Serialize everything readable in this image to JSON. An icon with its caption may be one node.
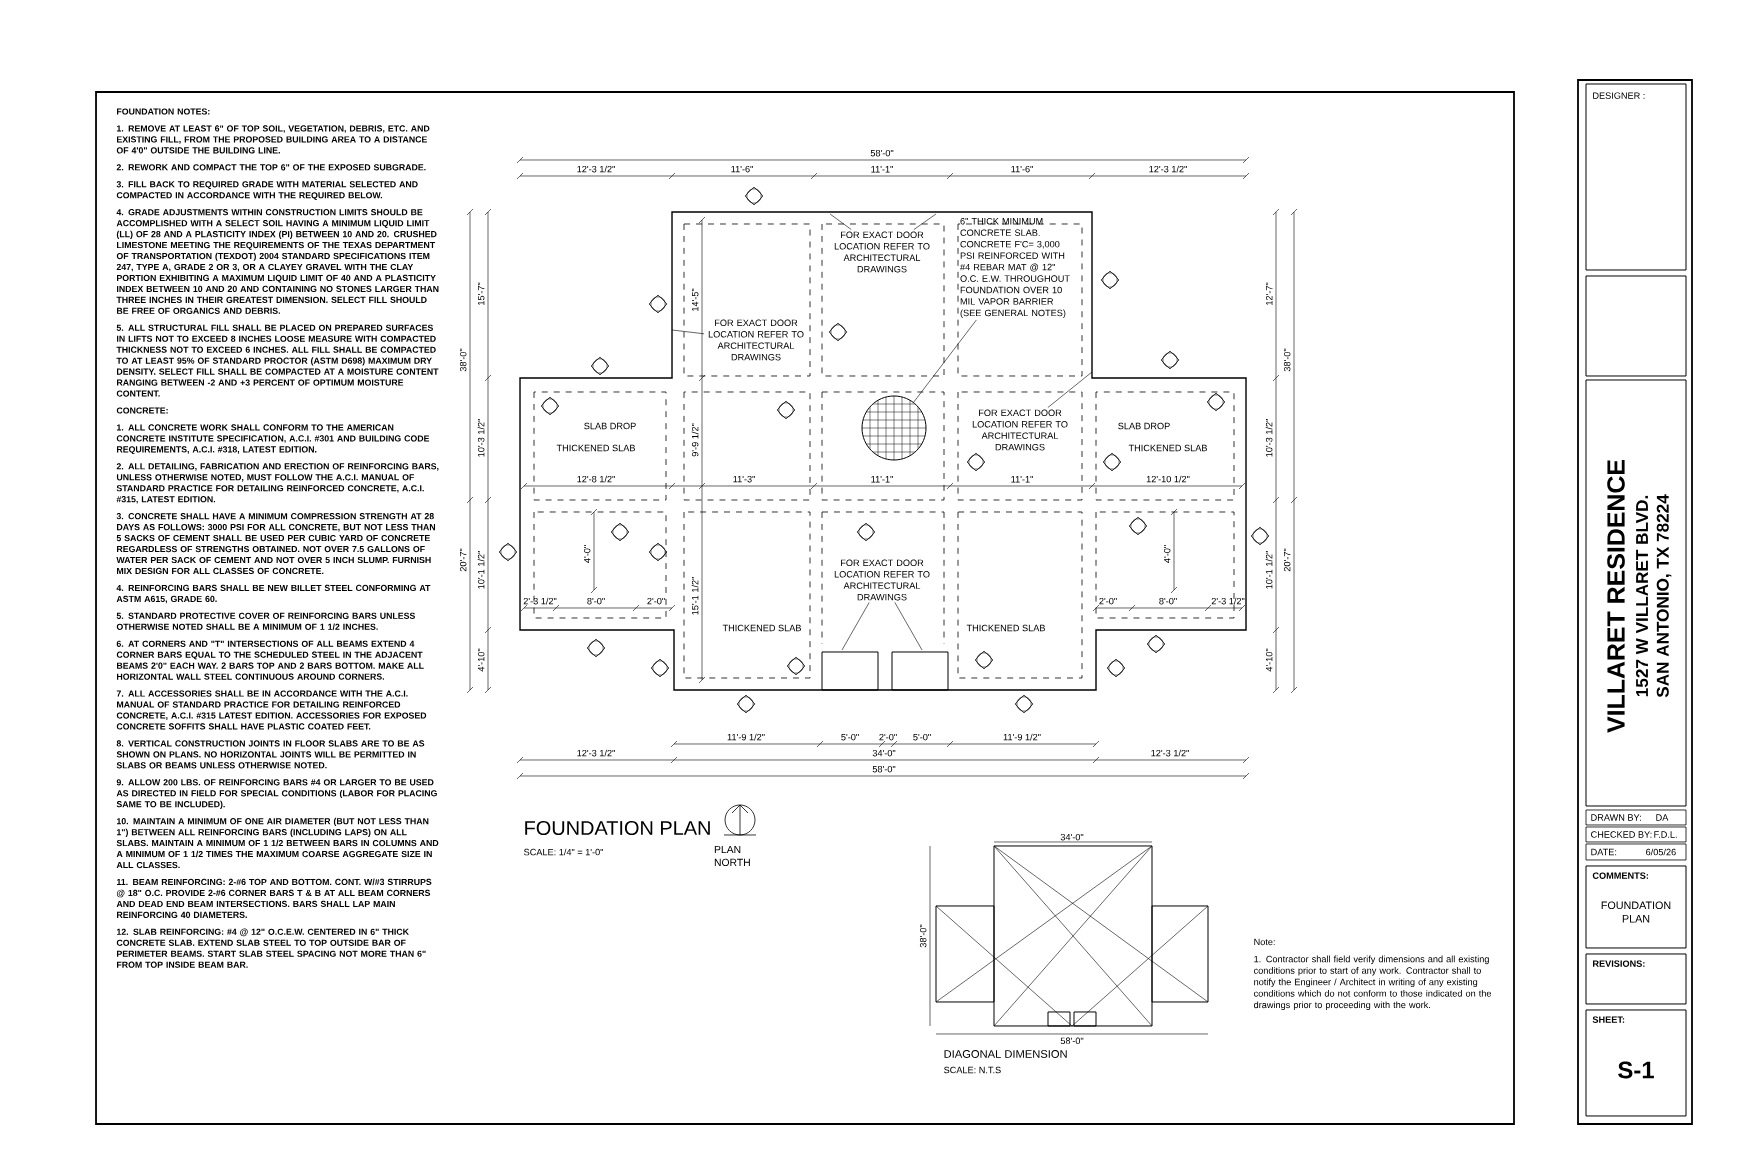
{
  "diagram": {
    "title": "FOUNDATION PLAN",
    "nodes": [
      {
        "text": [
          "DESIGNER :"
        ]
      },
      {
        "text": [
          "VILLARET RESIDENCE",
          "1527 W VILLARET BLVD.",
          "SAN ANTONIO, TX 78224"
        ]
      },
      {
        "text": [
          "COMMENTS:",
          "FOUNDATION PLAN"
        ]
      },
      {
        "text": [
          "REVISIONS:"
        ]
      },
      {
        "text": [
          "SHEET:",
          "S-1"
        ]
      },
      {
        "text": [
          "FOR EXACT DOOR LOCATION REFER TO ARCHITECTURAL DRAWINGS"
        ]
      },
      {
        "text": [
          "6\" THICK MINIMUM CONCRETE SLAB. CONCRETE F'C= 3,000 PSI REINFORCED WITH #4 REBAR MAT @ 12\" O.C. E.W. THROUGHOUT FOUNDATION OVER 10 MIL VAPOR BARRIER (SEE GENERAL NOTES)"
        ]
      },
      {
        "text": [],
        "shape": "circle"
      },
      {
        "text": [
          "FOR EXACT DOOR LOCATION REFER TO ARCHITECTURAL DRAWINGS"
        ]
      },
      {
        "text": [
          "FOR EXACT DOOR LOCATION REFER TO ARCHITECTURAL DRAWINGS"
        ]
      },
      {
        "text": [
          "FOR EXACT DOOR LOCATION REFER TO ARCHITECTURAL DRAWINGS"
        ]
      },
      {
        "text": [],
        "shape": "box"
      }
    ],
    "edges": [
      {
        "from": 5,
        "to": null,
        "arrow": "none"
      },
      {
        "from": 5,
        "to": null,
        "arrow": "none"
      },
      {
        "from": 6,
        "to": 7,
        "arrow": "none"
      },
      {
        "from": 8,
        "to": null,
        "arrow": "none"
      },
      {
        "from": 9,
        "to": null,
        "arrow": "none"
      },
      {
        "from": 10,
        "to": null,
        "arrow": "none"
      },
      {
        "from": 10,
        "to": null,
        "arrow": "none"
      }
    ],
    "labels": [
      "FOUNDATION NOTES:",
      "1. REMOVE AT LEAST 6\" OF TOP SOIL, VEGETATION, DEBRIS, ETC. AND EXISTING FILL, FROM THE PROPOSED BUILDING AREA TO A DISTANCE OF 4'0\" OUTSIDE THE BUILDING LINE.",
      "2. REWORK AND COMPACT THE TOP 6\" OF THE EXPOSED SUBGRADE.",
      "3. FILL BACK TO REQUIRED GRADE WITH MATERIAL SELECTED AND COMPACTED IN ACCORDANCE WITH THE REQUIRED BELOW.",
      "4. GRADE ADJUSTMENTS WITHIN CONSTRUCTION LIMITS SHOULD BE ACCOMPLISHED WITH A SELECT SOIL HAVING A MINIMUM LIQUID LIMIT (LL) OF 28 AND A PLASTICITY INDEX (PI) BETWEEN 10 AND 20. CRUSHED LIMESTONE MEETING THE REQUIREMENTS OF THE TEXAS DEPARTMENT OF TRANSPORTATION (TEXDOT) 2004 STANDARD SPECIFICATIONS ITEM 247, TYPE A, GRADE 2 OR 3, OR A CLAYEY GRAVEL WITH THE CLAY PORTION EXHIBITING A MAXIMUM LIQUID LIMIT OF 40 AND A PLASTICITY INDEX BETWEEN 10 AND 20 AND CONTAINING NO STONES LARGER THAN THREE INCHES IN THEIR GREATEST DIMENSION. SELECT FILL SHOULD BE FREE OF ORGANICS AND DEBRIS.",
      "5. ALL STRUCTURAL FILL SHALL BE PLACED ON PREPARED SURFACES IN LIFTS NOT TO EXCEED 8 INCHES LOOSE MEASURE WITH COMPACTED THICKNESS NOT TO EXCEED 6 INCHES. ALL FILL SHALL BE COMPACTED TO AT LEAST 95% OF STANDARD PROCTOR (ASTM D698) MAXIMUM DRY DENSITY. SELECT FILL SHALL BE COMPACTED AT A MOISTURE CONTENT RANGING BETWEEN -2 AND +3 PERCENT OF OPTIMUM MOISTURE CONTENT.",
      "CONCRETE:",
      "1. ALL CONCRETE WORK SHALL CONFORM TO THE AMERICAN CONCRETE INSTITUTE SPECIFICATION, A.C.I. #301 AND BUILDING CODE REQUIREMENTS, A.C.I. #318, LATEST EDITION.",
      "2. ALL DETAILING, FABRICATION AND ERECTION OF REINFORCING BARS, UNLESS OTHERWISE NOTED, MUST FOLLOW THE A.C.I. MANUAL OF STANDARD PRACTICE FOR DETAILING REINFORCED CONCRETE, A.C.I. #315, LATEST EDITION.",
      "3. CONCRETE SHALL HAVE A MINIMUM COMPRESSION STRENGTH AT 28 DAYS AS FOLLOWS: 3000 PSI FOR ALL CONCRETE, BUT NOT LESS THAN 5 SACKS OF CEMENT SHALL BE USED PER CUBIC YARD OF CONCRETE REGARDLESS OF STRENGTHS OBTAINED. NOT OVER 7.5 GALLONS OF WATER PER SACK OF CEMENT AND NOT OVER 5 INCH SLUMP. FURNISH MIX DESIGN FOR ALL CLASSES OF CONCRETE.",
      "4. REINFORCING BARS SHALL BE NEW BILLET STEEL CONFORMING AT ASTM A615, GRADE 60.",
      "5. STANDARD PROTECTIVE COVER OF REINFORCING BARS UNLESS OTHERWISE NOTED SHALL BE A MINIMUM OF 1 1/2 INCHES.",
      "6. AT CORNERS AND \"T\" INTERSECTIONS OF ALL BEAMS EXTEND 4 CORNER BARS EQUAL TO THE SCHEDULED STEEL IN THE ADJACENT BEAMS 2'0\" EACH WAY. 2 BARS TOP AND 2 BARS BOTTOM. MAKE ALL HORIZONTAL WALL STEEL CONTINUOUS AROUND CORNERS.",
      "7. ALL ACCESSORIES SHALL BE IN ACCORDANCE WITH THE A.C.I. MANUAL OF STANDARD PRACTICE FOR DETAILING REINFORCED CONCRETE, A.C.I. #315 LATEST EDITION. ACCESSORIES FOR EXPOSED CONCRETE SOFFITS SHALL HAVE PLASTIC COATED FEET.",
      "8. VERTICAL CONSTRUCTION JOINTS IN FLOOR SLABS ARE TO BE AS SHOWN ON PLANS. NO HORIZONTAL JOINTS WILL BE PERMITTED IN SLABS OR BEAMS UNLESS OTHERWISE NOTED.",
      "9. ALLOW 200 LBS. OF REINFORCING BARS #4 OR LARGER TO BE USED AS DIRECTED IN FIELD FOR SPECIAL CONDITIONS (LABOR FOR PLACING SAME TO BE INCLUDED).",
      "10. MAINTAIN A MINIMUM OF ONE AIR DIAMETER (BUT NOT LESS THAN 1\") BETWEEN ALL REINFORCING BARS (INCLUDING LAPS) ON ALL SLABS. MAINTAIN A MINIMUM OF 1 1/2 BETWEEN BARS IN COLUMNS AND A MINIMUM OF 1 1/2 TIMES THE MAXIMUM COARSE AGGREGATE SIZE IN ALL CLASSES.",
      "11. BEAM REINFORCING: 2-#6 TOP AND BOTTOM. CONT. W/#3 STIRRUPS @ 18\" O.C. PROVIDE 2-#6 CORNER BARS T & B AT ALL BEAM CORNERS AND DEAD END BEAM INTERSECTIONS. BARS SHALL LAP MAIN REINFORCING 40 DIAMETERS.",
      "12. SLAB REINFORCING: #4 @ 12\" O.C.E.W. CENTERED IN 6\" THICK CONCRETE SLAB. EXTEND SLAB STEEL TO TOP OUTSIDE BAR OF PERIMETER BEAMS. START SLAB STEEL SPACING NOT MORE THAN 6\" FROM TOP INSIDE BEAM BAR.",
      "58'-0\"",
      "12'-3 1/2\"",
      "11'-6\"",
      "11'-1\"",
      "11'-6\"",
      "12'-3 1/2\"",
      "15'-7\"",
      "10'-3 1/2\"",
      "38'-0\"",
      "20'-7\"",
      "10'-1 1/2\"",
      "4'-10\"",
      "12'-7\"",
      "10'-3 1/2\"",
      "38'-0\"",
      "20'-7\"",
      "10'-1 1/2\"",
      "4'-10\"",
      "14'-5\"",
      "9'-9 1/2\"",
      "SLAB DROP",
      "THICKENED SLAB",
      "SLAB DROP",
      "THICKENED SLAB",
      "12'-8 1/2\"",
      "11'-3\"",
      "11'-1\"",
      "11'-1\"",
      "12'-10 1/2\"",
      "4'-0\"",
      "4'-0\"",
      "15'-1 1/2\"",
      "2'-3 1/2\"",
      "8'-0\"",
      "2'-0\"",
      "2'-0\"",
      "8'-0\"",
      "2'-3 1/2\"",
      "THICKENED SLAB",
      "THICKENED SLAB",
      "11'-9 1/2\"",
      "5'-0\"",
      "2'-0\"",
      "5'-0\"",
      "11'-9 1/2\"",
      "12'-3 1/2\"",
      "34'-0\"",
      "12'-3 1/2\"",
      "58'-0\"",
      "SCALE: 1/4\" = 1'-0\"",
      "PLAN NORTH",
      "34'-0\"",
      "38'-0\"",
      "58'-0\"",
      "DIAGONAL DIMENSION",
      "SCALE: N.T.S",
      "Note:",
      "1. Contractor shall field verify dimensions and all existing conditions prior to start of any work. Contractor shall to notify the Engineer / Architect in writing of any existing conditions which do not conform to those indicated on the drawings prior to proceeding with the work.",
      "DRAWN BY:",
      "DA",
      "CHECKED BY:",
      "F.D.L.",
      "DATE:",
      "6/05/26"
    ]
  }
}
